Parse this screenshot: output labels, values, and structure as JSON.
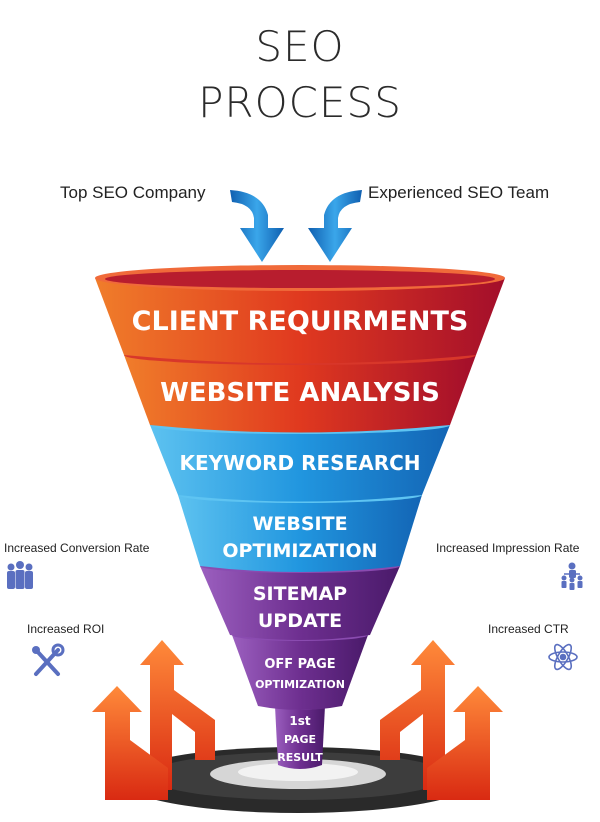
{
  "title": {
    "line1": "SEO",
    "line2": "PROCESS"
  },
  "inputs": {
    "left": "Top SEO Company",
    "right": "Experienced SEO Team"
  },
  "stages": [
    {
      "lines": [
        "CLIENT REQUIRMENTS"
      ]
    },
    {
      "lines": [
        "WEBSITE ANALYSIS"
      ]
    },
    {
      "lines": [
        "KEYWORD RESEARCH"
      ]
    },
    {
      "lines": [
        "WEBSITE",
        "OPTIMIZATION"
      ]
    },
    {
      "lines": [
        "SITEMAP",
        "UPDATE"
      ]
    },
    {
      "lines": [
        "OFF PAGE",
        "OPTIMIZATION"
      ]
    },
    {
      "lines": [
        "1st",
        "PAGE",
        "RESULT"
      ]
    }
  ],
  "benefits": {
    "top_left": "Increased Conversion Rate",
    "top_right": "Increased Impression Rate",
    "bottom_left": "Increased ROI",
    "bottom_right": "Increased CTR"
  },
  "icons": {
    "top_left": "group-people-icon",
    "top_right": "network-people-icon",
    "bottom_left": "tools-icon",
    "bottom_right": "atom-icon"
  },
  "colors": {
    "red": "#c3162a",
    "orange": "#ef7a2a",
    "blue": "#2f9fe0",
    "purple": "#6a2c8c",
    "arrow_blue": "#1b7fd0",
    "arrow_orange": "#f05a22",
    "icon": "#5a6fc0"
  }
}
